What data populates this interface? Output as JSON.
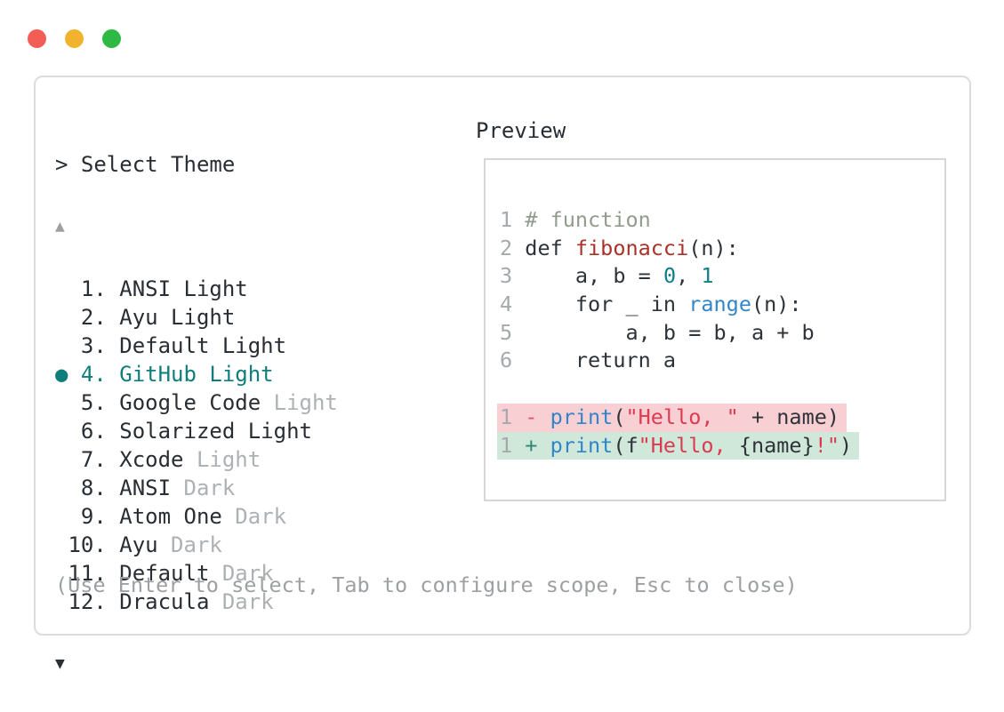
{
  "window_controls": {
    "buttons": [
      {
        "name": "close",
        "color": "#f45d55"
      },
      {
        "name": "minimize",
        "color": "#f1b32e"
      },
      {
        "name": "zoom",
        "color": "#2eb844"
      }
    ]
  },
  "theme_picker": {
    "prompt": "> Select Theme",
    "scroll_up_icon": "▲",
    "scroll_down_icon": "▼",
    "selected_marker": "●",
    "accent_color": "#0f7e7b",
    "items": [
      {
        "number": "1",
        "name": "ANSI Light",
        "muted_suffix": "",
        "selected": false
      },
      {
        "number": "2",
        "name": "Ayu Light",
        "muted_suffix": "",
        "selected": false
      },
      {
        "number": "3",
        "name": "Default Light",
        "muted_suffix": "",
        "selected": false
      },
      {
        "number": "4",
        "name": "GitHub Light",
        "muted_suffix": "",
        "selected": true
      },
      {
        "number": "5",
        "name": "Google Code",
        "muted_suffix": "Light",
        "selected": false
      },
      {
        "number": "6",
        "name": "Solarized Light",
        "muted_suffix": "",
        "selected": false
      },
      {
        "number": "7",
        "name": "Xcode",
        "muted_suffix": "Light",
        "selected": false
      },
      {
        "number": "8",
        "name": "ANSI",
        "muted_suffix": "Dark",
        "selected": false
      },
      {
        "number": "9",
        "name": "Atom One",
        "muted_suffix": "Dark",
        "selected": false
      },
      {
        "number": "10",
        "name": "Ayu",
        "muted_suffix": "Dark",
        "selected": false
      },
      {
        "number": "11",
        "name": "Default",
        "muted_suffix": "Dark",
        "selected": false
      },
      {
        "number": "12",
        "name": "Dracula",
        "muted_suffix": "Dark",
        "selected": false
      }
    ],
    "help_text": "(Use Enter to select, Tab to configure scope, Esc to close)"
  },
  "preview": {
    "label": "Preview",
    "diff_colors": {
      "removed_bg": "#f8cfd3",
      "added_bg": "#d0e8da"
    },
    "syntax_colors": {
      "default": "#2d3339",
      "comment": "#929c8d",
      "function": "#a93228",
      "string": "#dc3a50",
      "builtin": "#3285c8",
      "number": "#0f7f8a",
      "diff_minus": "#e25668",
      "diff_plus": "#2d8a74",
      "line_number": "#a6a9ab"
    },
    "code_lines": [
      {
        "num": "1",
        "tokens": [
          {
            "t": "# function",
            "c": "comment"
          }
        ]
      },
      {
        "num": "2",
        "tokens": [
          {
            "t": "def ",
            "c": "code"
          },
          {
            "t": "fibonacci",
            "c": "func"
          },
          {
            "t": "(n):",
            "c": "code"
          }
        ]
      },
      {
        "num": "3",
        "tokens": [
          {
            "t": "    a, b = ",
            "c": "code"
          },
          {
            "t": "0",
            "c": "numlit"
          },
          {
            "t": ", ",
            "c": "code"
          },
          {
            "t": "1",
            "c": "numlit"
          }
        ]
      },
      {
        "num": "4",
        "tokens": [
          {
            "t": "    for _ in ",
            "c": "code"
          },
          {
            "t": "range",
            "c": "blue"
          },
          {
            "t": "(n):",
            "c": "code"
          }
        ]
      },
      {
        "num": "5",
        "tokens": [
          {
            "t": "        a, b = b, a + b",
            "c": "code"
          }
        ]
      },
      {
        "num": "6",
        "tokens": [
          {
            "t": "    return a",
            "c": "code"
          }
        ]
      },
      {
        "num": "",
        "tokens": []
      },
      {
        "num": "1",
        "bg": "removed",
        "tokens": [
          {
            "t": "- ",
            "c": "minus"
          },
          {
            "t": "print",
            "c": "blue"
          },
          {
            "t": "(",
            "c": "code"
          },
          {
            "t": "\"Hello, \"",
            "c": "str"
          },
          {
            "t": " + name)",
            "c": "code"
          }
        ]
      },
      {
        "num": "1",
        "bg": "added",
        "tokens": [
          {
            "t": "+ ",
            "c": "plus"
          },
          {
            "t": "print",
            "c": "blue"
          },
          {
            "t": "(f",
            "c": "code"
          },
          {
            "t": "\"Hello, ",
            "c": "str"
          },
          {
            "t": "{name}",
            "c": "code"
          },
          {
            "t": "!\"",
            "c": "str"
          },
          {
            "t": ")",
            "c": "code"
          }
        ]
      }
    ]
  }
}
